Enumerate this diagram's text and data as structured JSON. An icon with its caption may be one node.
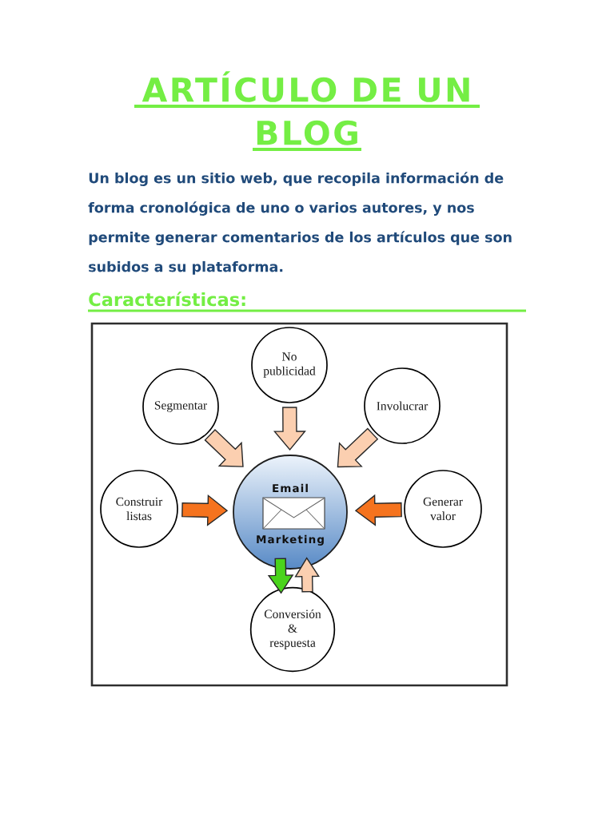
{
  "diagram": {
    "title": "ARTÍCULO DE UN BLOG",
    "nodes": [
      {
        "text": [
          "No publicidad"
        ]
      },
      {
        "text": [
          "Segmentar"
        ]
      },
      {
        "text": [
          "Involucrar"
        ]
      },
      {
        "text": [
          "Construir listas"
        ]
      },
      {
        "text": [
          "Email",
          "Marketing"
        ]
      },
      {
        "text": [
          "Generar valor"
        ]
      },
      {
        "text": [
          "Conversión & respuesta"
        ]
      }
    ],
    "edges": [
      {
        "from": 0,
        "to": 4,
        "arrow": "to"
      },
      {
        "from": 1,
        "to": 4,
        "arrow": "to"
      },
      {
        "from": 2,
        "to": 4,
        "arrow": "to"
      },
      {
        "from": 3,
        "to": 4,
        "arrow": "to",
        "color": "#f5731e"
      },
      {
        "from": 5,
        "to": 4,
        "arrow": "to",
        "color": "#f5731e"
      },
      {
        "from": 4,
        "to": 6,
        "arrow": "to",
        "color": "#4ad41c"
      },
      {
        "from": 6,
        "to": 4,
        "arrow": "to"
      }
    ],
    "labels": [
      "Un blog es un sitio web, que recopila información de forma cronológica de uno o varios autores, y nos permite generar comentarios de los artículos que son subidos a su plataforma.",
      "Características:"
    ]
  }
}
